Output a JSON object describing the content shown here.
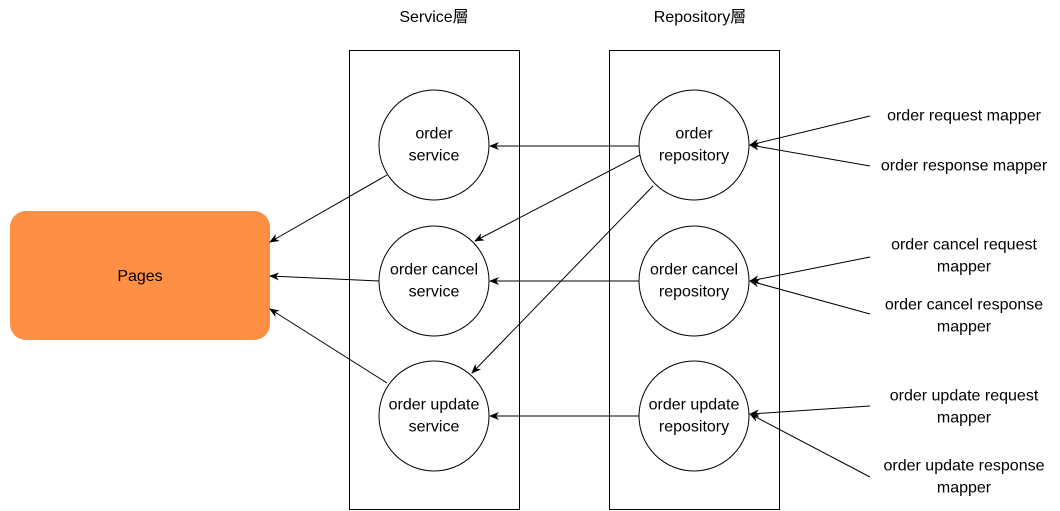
{
  "layers": {
    "service": {
      "title": "Service層"
    },
    "repository": {
      "title": "Repository層"
    }
  },
  "pages": {
    "label": "Pages",
    "color": "#ff8f44"
  },
  "services": [
    {
      "id": "order-service",
      "lines": [
        "order",
        "service"
      ]
    },
    {
      "id": "order-cancel-service",
      "lines": [
        "order cancel",
        "service"
      ]
    },
    {
      "id": "order-update-service",
      "lines": [
        "order update",
        "service"
      ]
    }
  ],
  "repositories": [
    {
      "id": "order-repository",
      "lines": [
        "order",
        "repository"
      ]
    },
    {
      "id": "order-cancel-repository",
      "lines": [
        "order cancel",
        "repository"
      ]
    },
    {
      "id": "order-update-repository",
      "lines": [
        "order update",
        "repository"
      ]
    }
  ],
  "mappers": [
    {
      "id": "order-request-mapper",
      "lines": [
        "order request mapper"
      ]
    },
    {
      "id": "order-response-mapper",
      "lines": [
        "order response mapper"
      ]
    },
    {
      "id": "order-cancel-request-mapper",
      "lines": [
        "order cancel request",
        "mapper"
      ]
    },
    {
      "id": "order-cancel-response-mapper",
      "lines": [
        "order cancel response",
        "mapper"
      ]
    },
    {
      "id": "order-update-request-mapper",
      "lines": [
        "order update request",
        "mapper"
      ]
    },
    {
      "id": "order-update-response-mapper",
      "lines": [
        "order update response",
        "mapper"
      ]
    }
  ],
  "edges": [
    {
      "from": "order-request-mapper",
      "to": "order-repository"
    },
    {
      "from": "order-response-mapper",
      "to": "order-repository"
    },
    {
      "from": "order-cancel-request-mapper",
      "to": "order-cancel-repository"
    },
    {
      "from": "order-cancel-response-mapper",
      "to": "order-cancel-repository"
    },
    {
      "from": "order-update-request-mapper",
      "to": "order-update-repository"
    },
    {
      "from": "order-update-response-mapper",
      "to": "order-update-repository"
    },
    {
      "from": "order-repository",
      "to": "order-service"
    },
    {
      "from": "order-repository",
      "to": "order-cancel-service"
    },
    {
      "from": "order-repository",
      "to": "order-update-service"
    },
    {
      "from": "order-cancel-repository",
      "to": "order-cancel-service"
    },
    {
      "from": "order-update-repository",
      "to": "order-update-service"
    },
    {
      "from": "order-service",
      "to": "pages"
    },
    {
      "from": "order-cancel-service",
      "to": "pages"
    },
    {
      "from": "order-update-service",
      "to": "pages"
    }
  ]
}
